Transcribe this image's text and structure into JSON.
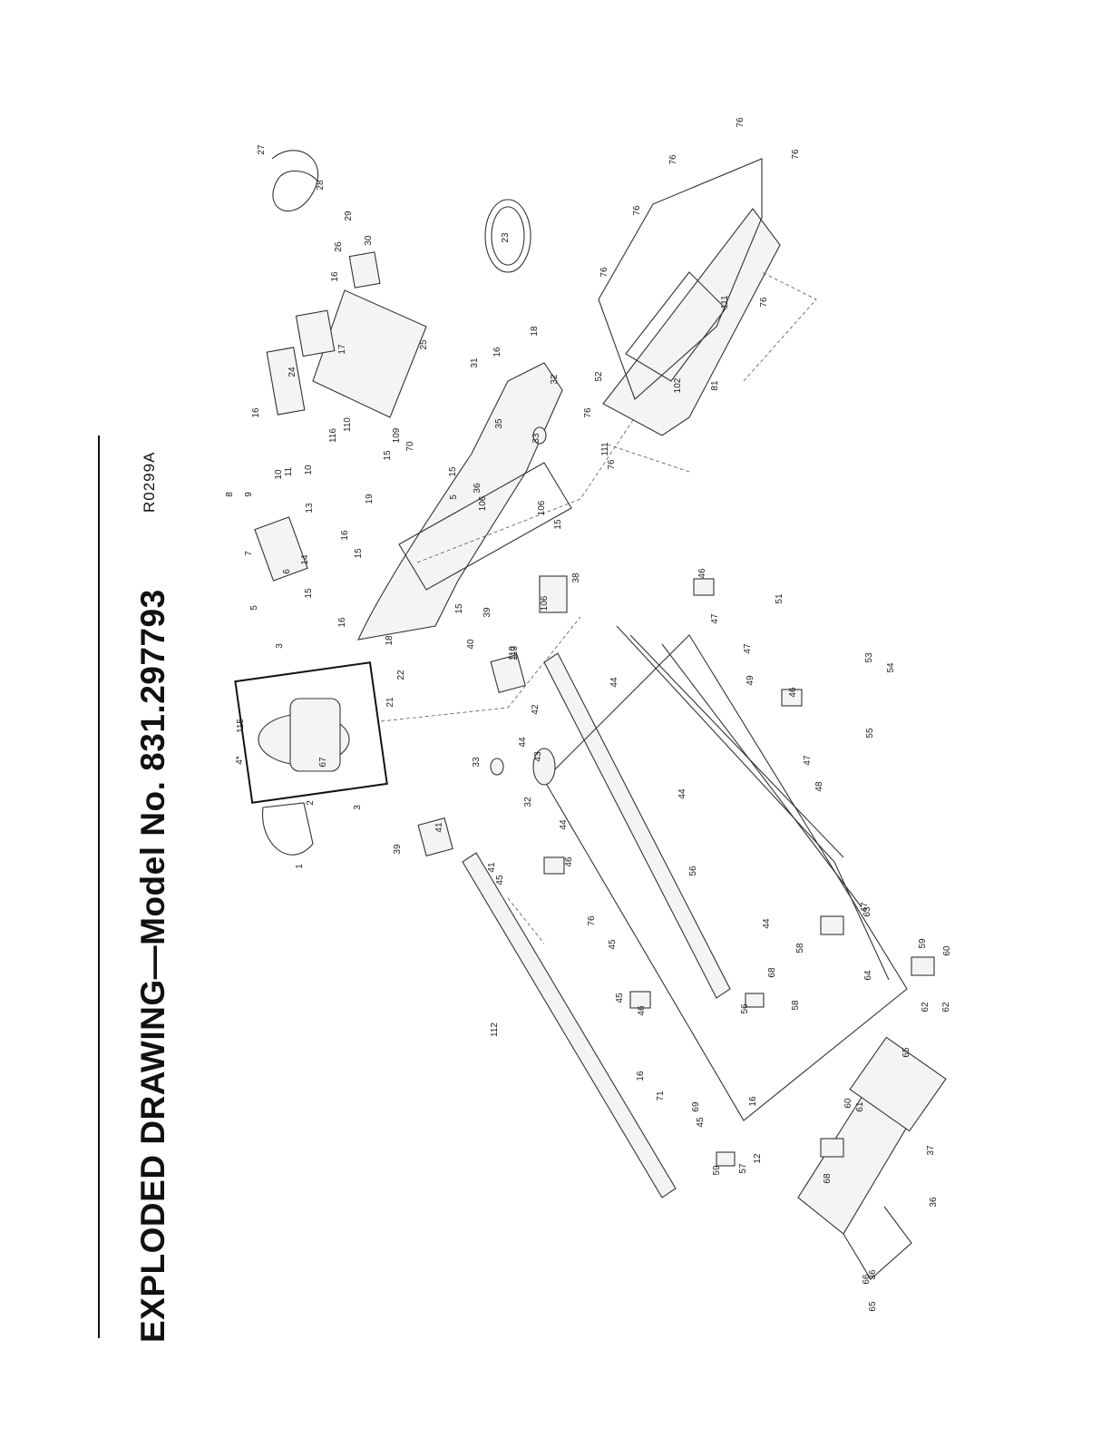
{
  "title": "EXPLODED DRAWING—Model No. 831.297793",
  "drawing_code": "R0299A",
  "part_callouts": [
    "1",
    "2",
    "3",
    "3",
    "4*",
    "5",
    "5",
    "6",
    "7",
    "8",
    "9",
    "10",
    "10",
    "11",
    "12",
    "13",
    "14",
    "15",
    "15",
    "15",
    "15",
    "15",
    "15",
    "16",
    "16",
    "16",
    "16",
    "16",
    "16",
    "16",
    "17",
    "18",
    "18",
    "19",
    "21",
    "22",
    "23",
    "24",
    "25",
    "26",
    "27",
    "28",
    "29",
    "30",
    "31",
    "32",
    "32",
    "33",
    "33",
    "35",
    "36",
    "36",
    "36",
    "37",
    "38",
    "39",
    "39",
    "40",
    "41",
    "41",
    "42",
    "43",
    "44",
    "44",
    "44",
    "44",
    "44",
    "45",
    "45",
    "45",
    "45",
    "46",
    "46",
    "46",
    "46",
    "47",
    "47",
    "47",
    "47",
    "48",
    "49",
    "51",
    "52",
    "53",
    "54",
    "55",
    "56",
    "56",
    "57",
    "58",
    "58",
    "59",
    "59",
    "60",
    "60",
    "61",
    "62",
    "62",
    "63",
    "64",
    "65",
    "65",
    "66",
    "67",
    "68",
    "68",
    "69",
    "70",
    "71",
    "76",
    "76",
    "76",
    "76",
    "76",
    "76",
    "76",
    "76",
    "76",
    "81",
    "102",
    "106",
    "106",
    "106",
    "109",
    "110",
    "110",
    "111",
    "111",
    "112",
    "113",
    "115",
    "116"
  ]
}
